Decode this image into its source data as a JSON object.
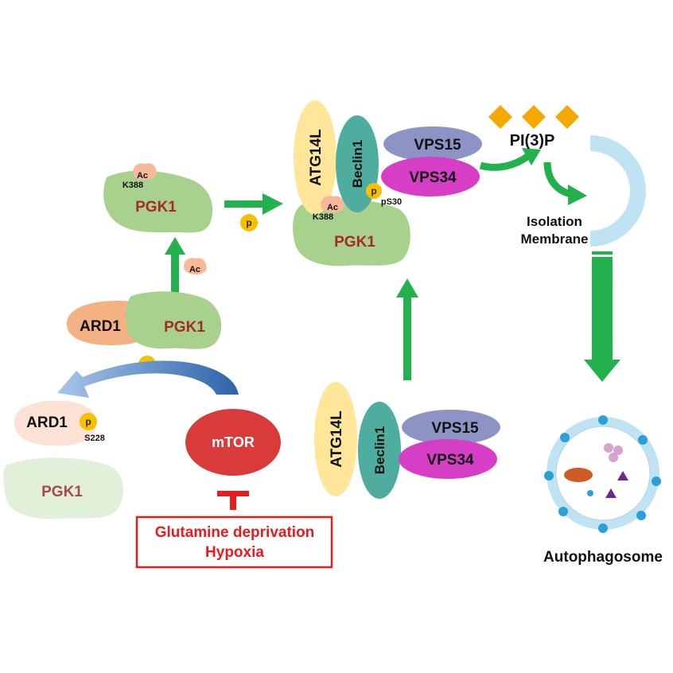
{
  "labels": {
    "pgk1": "PGK1",
    "ard1": "ARD1",
    "mtor": "mTOR",
    "atg14l": "ATG14L",
    "beclin1": "Beclin1",
    "vps15": "VPS15",
    "vps34": "VPS34",
    "pi3p": "PI(3)P",
    "isolation_membrane_line1": "Isolation",
    "isolation_membrane_line2": "Membrane",
    "autophagosome": "Autophagosome",
    "phospho": "p",
    "acetyl": "Ac",
    "k388": "K388",
    "s228": "S228",
    "ps30": "pS30"
  },
  "stress_box": {
    "line1": "Glutamine deprivation",
    "line2": "Hypoxia"
  },
  "colors": {
    "pgk1": "#a9d18e",
    "ard1": "#f4b183",
    "atg14l": "#ffe699",
    "beclin1": "#4ead9e",
    "vps15": "#8e93c6",
    "vps34": "#d63ec6",
    "mtor": "#d93a3a",
    "arrow_green": "#22b14c",
    "arrow_blue": "#3b78c0",
    "inhibit_red": "#e81c1c",
    "phospho": "#f5c000",
    "acetyl": "#f8b99a",
    "pi3p": "#f5a800",
    "membrane": "#bfe3f3",
    "vesicle_dot": "#2b9fd8"
  }
}
